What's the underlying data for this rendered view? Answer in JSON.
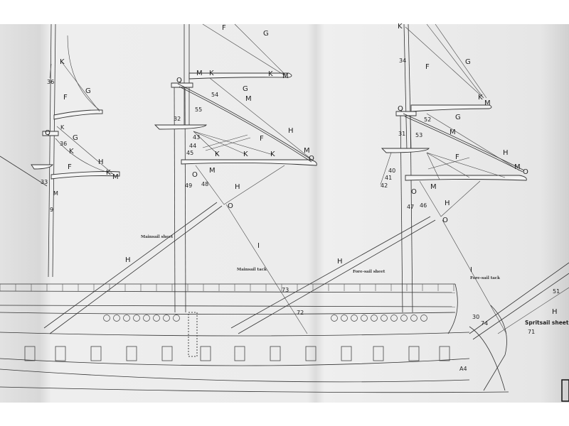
{
  "mizzen_labels": [
    "K",
    "36",
    "G",
    "F",
    "Q",
    "K",
    "G",
    "36",
    "K",
    "H",
    "F",
    "K",
    "M",
    "33",
    "M",
    "9"
  ],
  "main_labels": [
    "F",
    "G",
    "K",
    "M",
    "M",
    "K",
    "Q",
    "54",
    "G",
    "M",
    "55",
    "32",
    "H",
    "F",
    "43",
    "44",
    "45",
    "K",
    "K",
    "K",
    "M",
    "O",
    "O",
    "M",
    "49",
    "48",
    "H",
    "O"
  ],
  "fore_labels": [
    "K",
    "34",
    "F",
    "G",
    "K",
    "M",
    "Q",
    "52",
    "G",
    "M",
    "31",
    "53",
    "F",
    "H",
    "40",
    "41",
    "42",
    "M",
    "O",
    "O",
    "M",
    "47",
    "46",
    "H",
    "O"
  ],
  "hull_labels": {
    "mainsail_sheet": "Mainsail sheet",
    "mainsail_sheet_letter": "H",
    "mainsail_tack_letter": "I",
    "mainsail_tack": "Mainsail tack",
    "n73": "73",
    "n72": "72",
    "foresail_sheet_letter": "H",
    "foresail_sheet": "Fore-sail sheet",
    "foresail_tack_letter": "I",
    "foresail_tack": "Fore-sail tack",
    "n30": "30",
    "n74": "74",
    "n51": "51",
    "spritsail_letter": "H",
    "n71": "71",
    "spritsail_sheet": "Spritsail sheet",
    "a4": "A4"
  },
  "colors": {
    "paper": "#ebebeb",
    "ink": "#333333",
    "border": "#ffffff"
  }
}
